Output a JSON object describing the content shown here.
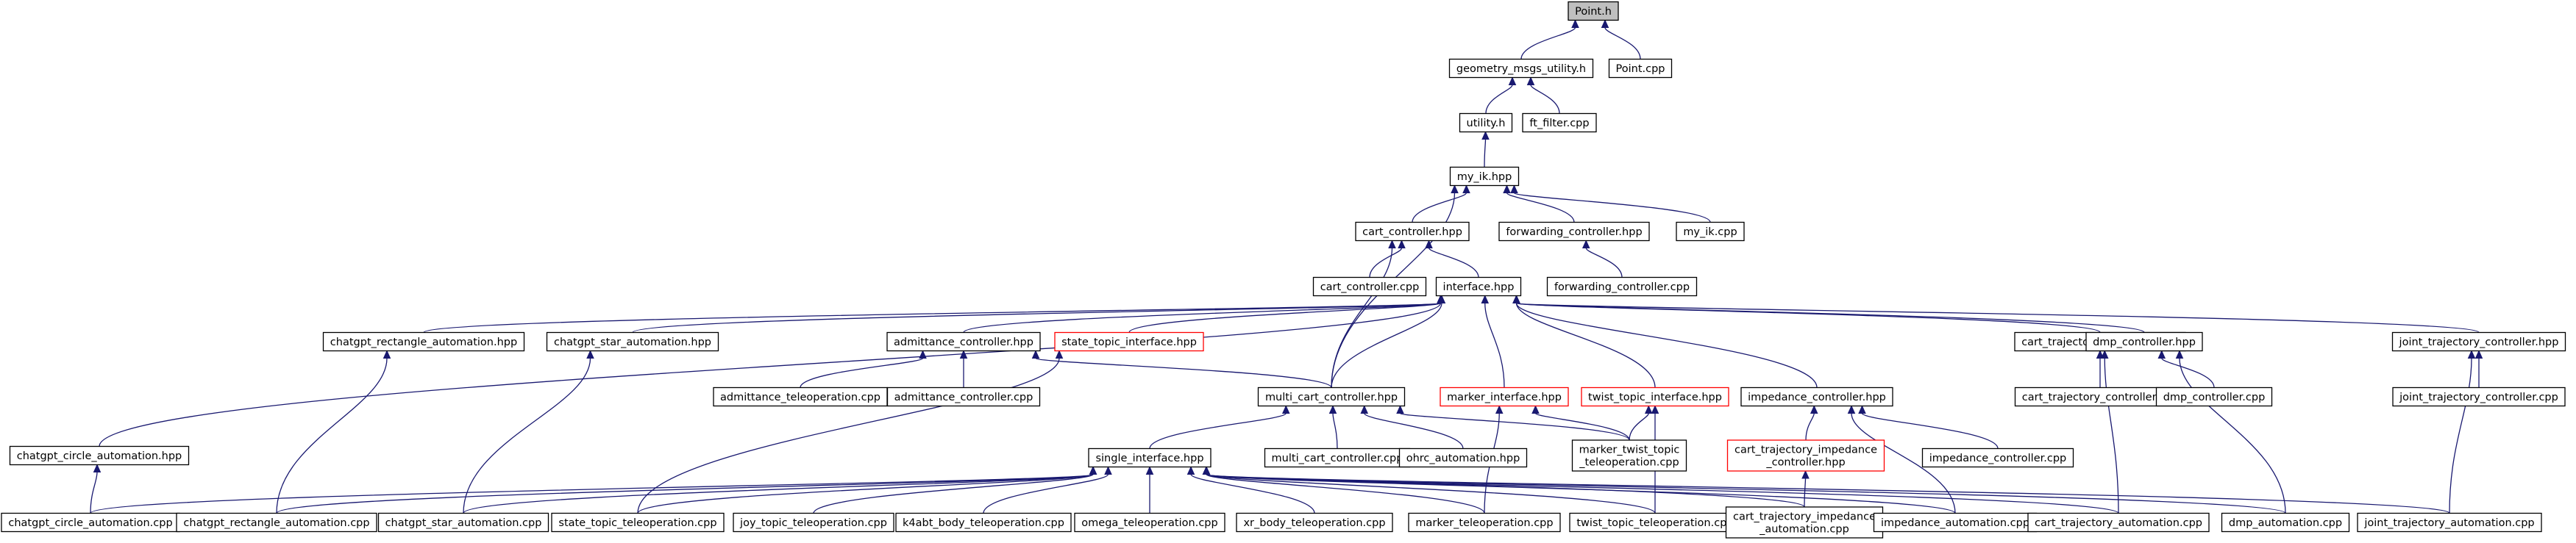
{
  "nodes": [
    {
      "id": "point_h",
      "lines": [
        "Point.h"
      ],
      "root": true
    },
    {
      "id": "geometry_msgs_utility_h",
      "lines": [
        "geometry_msgs_utility.h"
      ]
    },
    {
      "id": "point_cpp",
      "lines": [
        "Point.cpp"
      ]
    },
    {
      "id": "utility_h",
      "lines": [
        "utility.h"
      ]
    },
    {
      "id": "ft_filter_cpp",
      "lines": [
        "ft_filter.cpp"
      ]
    },
    {
      "id": "my_ik_hpp",
      "lines": [
        "my_ik.hpp"
      ]
    },
    {
      "id": "cart_controller_hpp",
      "lines": [
        "cart_controller.hpp"
      ]
    },
    {
      "id": "forwarding_controller_hpp",
      "lines": [
        "forwarding_controller.hpp"
      ]
    },
    {
      "id": "my_ik_cpp",
      "lines": [
        "my_ik.cpp"
      ]
    },
    {
      "id": "cart_controller_cpp",
      "lines": [
        "cart_controller.cpp"
      ]
    },
    {
      "id": "interface_hpp",
      "lines": [
        "interface.hpp"
      ]
    },
    {
      "id": "forwarding_controller_cpp",
      "lines": [
        "forwarding_controller.cpp"
      ]
    },
    {
      "id": "chatgpt_rectangle_automation_hpp",
      "lines": [
        "chatgpt_rectangle_automation.hpp"
      ]
    },
    {
      "id": "chatgpt_star_automation_hpp",
      "lines": [
        "chatgpt_star_automation.hpp"
      ]
    },
    {
      "id": "admittance_controller_hpp",
      "lines": [
        "admittance_controller.hpp"
      ]
    },
    {
      "id": "state_topic_interface_hpp",
      "lines": [
        "state_topic_interface.hpp"
      ],
      "red": true
    },
    {
      "id": "cart_trajectory_controller_hpp",
      "lines": [
        "cart_trajectory_controller.hpp"
      ]
    },
    {
      "id": "dmp_controller_hpp",
      "lines": [
        "dmp_controller.hpp"
      ]
    },
    {
      "id": "joint_trajectory_controller_hpp",
      "lines": [
        "joint_trajectory_controller.hpp"
      ]
    },
    {
      "id": "admittance_teleoperation_cpp",
      "lines": [
        "admittance_teleoperation.cpp"
      ]
    },
    {
      "id": "admittance_controller_cpp",
      "lines": [
        "admittance_controller.cpp"
      ]
    },
    {
      "id": "multi_cart_controller_hpp",
      "lines": [
        "multi_cart_controller.hpp"
      ]
    },
    {
      "id": "marker_interface_hpp",
      "lines": [
        "marker_interface.hpp"
      ],
      "red": true
    },
    {
      "id": "twist_topic_interface_hpp",
      "lines": [
        "twist_topic_interface.hpp"
      ],
      "red": true
    },
    {
      "id": "impedance_controller_hpp",
      "lines": [
        "impedance_controller.hpp"
      ]
    },
    {
      "id": "cart_trajectory_controller_cpp",
      "lines": [
        "cart_trajectory_controller.cpp"
      ]
    },
    {
      "id": "dmp_controller_cpp",
      "lines": [
        "dmp_controller.cpp"
      ]
    },
    {
      "id": "joint_trajectory_controller_cpp",
      "lines": [
        "joint_trajectory_controller.cpp"
      ]
    },
    {
      "id": "chatgpt_circle_automation_hpp",
      "lines": [
        "chatgpt_circle_automation.hpp"
      ]
    },
    {
      "id": "cart_trajectory_impedance_controller_hpp",
      "lines": [
        "cart_trajectory_impedance",
        "_controller.hpp"
      ],
      "red": true
    },
    {
      "id": "single_interface_hpp",
      "lines": [
        "single_interface.hpp"
      ]
    },
    {
      "id": "multi_cart_controller_cpp",
      "lines": [
        "multi_cart_controller.cpp"
      ]
    },
    {
      "id": "ohrc_automation_hpp",
      "lines": [
        "ohrc_automation.hpp"
      ]
    },
    {
      "id": "marker_twist_topic_teleoperation_cpp",
      "lines": [
        "marker_twist_topic",
        "_teleoperation.cpp"
      ]
    },
    {
      "id": "impedance_controller_cpp",
      "lines": [
        "impedance_controller.cpp"
      ]
    },
    {
      "id": "chatgpt_circle_automation_cpp",
      "lines": [
        "chatgpt_circle_automation.cpp"
      ]
    },
    {
      "id": "chatgpt_rectangle_automation_cpp",
      "lines": [
        "chatgpt_rectangle_automation.cpp"
      ]
    },
    {
      "id": "chatgpt_star_automation_cpp",
      "lines": [
        "chatgpt_star_automation.cpp"
      ]
    },
    {
      "id": "state_topic_teleoperation_cpp",
      "lines": [
        "state_topic_teleoperation.cpp"
      ]
    },
    {
      "id": "joy_topic_teleoperation_cpp",
      "lines": [
        "joy_topic_teleoperation.cpp"
      ]
    },
    {
      "id": "k4abt_body_teleoperation_cpp",
      "lines": [
        "k4abt_body_teleoperation.cpp"
      ]
    },
    {
      "id": "omega_teleoperation_cpp",
      "lines": [
        "omega_teleoperation.cpp"
      ]
    },
    {
      "id": "xr_body_teleoperation_cpp",
      "lines": [
        "xr_body_teleoperation.cpp"
      ]
    },
    {
      "id": "marker_teleoperation_cpp",
      "lines": [
        "marker_teleoperation.cpp"
      ]
    },
    {
      "id": "twist_topic_teleoperation_cpp",
      "lines": [
        "twist_topic_teleoperation.cpp"
      ]
    },
    {
      "id": "cart_trajectory_impedance_automation_cpp",
      "lines": [
        "cart_trajectory_impedance",
        "_automation.cpp"
      ]
    },
    {
      "id": "impedance_automation_cpp",
      "lines": [
        "impedance_automation.cpp"
      ]
    },
    {
      "id": "cart_trajectory_automation_cpp",
      "lines": [
        "cart_trajectory_automation.cpp"
      ]
    },
    {
      "id": "dmp_automation_cpp",
      "lines": [
        "dmp_automation.cpp"
      ]
    },
    {
      "id": "joint_trajectory_automation_cpp",
      "lines": [
        "joint_trajectory_automation.cpp"
      ]
    }
  ],
  "edges": [
    [
      "point_h",
      "geometry_msgs_utility_h"
    ],
    [
      "point_h",
      "point_cpp"
    ],
    [
      "geometry_msgs_utility_h",
      "utility_h"
    ],
    [
      "geometry_msgs_utility_h",
      "ft_filter_cpp"
    ],
    [
      "utility_h",
      "my_ik_hpp"
    ],
    [
      "my_ik_hpp",
      "cart_controller_hpp"
    ],
    [
      "my_ik_hpp",
      "forwarding_controller_hpp"
    ],
    [
      "my_ik_hpp",
      "my_ik_cpp"
    ],
    [
      "my_ik_hpp",
      "multi_cart_controller_hpp"
    ],
    [
      "cart_controller_hpp",
      "cart_controller_cpp"
    ],
    [
      "cart_controller_hpp",
      "interface_hpp"
    ],
    [
      "cart_controller_hpp",
      "multi_cart_controller_hpp"
    ],
    [
      "forwarding_controller_hpp",
      "forwarding_controller_cpp"
    ],
    [
      "interface_hpp",
      "chatgpt_circle_automation_hpp"
    ],
    [
      "interface_hpp",
      "chatgpt_rectangle_automation_hpp"
    ],
    [
      "interface_hpp",
      "chatgpt_star_automation_hpp"
    ],
    [
      "interface_hpp",
      "admittance_controller_hpp"
    ],
    [
      "interface_hpp",
      "state_topic_interface_hpp"
    ],
    [
      "interface_hpp",
      "multi_cart_controller_hpp"
    ],
    [
      "interface_hpp",
      "marker_interface_hpp"
    ],
    [
      "interface_hpp",
      "twist_topic_interface_hpp"
    ],
    [
      "interface_hpp",
      "impedance_controller_hpp"
    ],
    [
      "interface_hpp",
      "cart_trajectory_controller_hpp"
    ],
    [
      "interface_hpp",
      "dmp_controller_hpp"
    ],
    [
      "interface_hpp",
      "joint_trajectory_controller_hpp"
    ],
    [
      "chatgpt_rectangle_automation_hpp",
      "chatgpt_rectangle_automation_cpp"
    ],
    [
      "chatgpt_star_automation_hpp",
      "chatgpt_star_automation_cpp"
    ],
    [
      "admittance_controller_hpp",
      "admittance_teleoperation_cpp"
    ],
    [
      "admittance_controller_hpp",
      "admittance_controller_cpp"
    ],
    [
      "admittance_controller_hpp",
      "multi_cart_controller_hpp"
    ],
    [
      "state_topic_interface_hpp",
      "state_topic_teleoperation_cpp"
    ],
    [
      "cart_trajectory_controller_hpp",
      "cart_trajectory_controller_cpp"
    ],
    [
      "cart_trajectory_controller_hpp",
      "cart_trajectory_automation_cpp"
    ],
    [
      "dmp_controller_hpp",
      "dmp_controller_cpp"
    ],
    [
      "dmp_controller_hpp",
      "dmp_automation_cpp"
    ],
    [
      "joint_trajectory_controller_hpp",
      "joint_trajectory_controller_cpp"
    ],
    [
      "joint_trajectory_controller_hpp",
      "joint_trajectory_automation_cpp"
    ],
    [
      "multi_cart_controller_hpp",
      "single_interface_hpp"
    ],
    [
      "multi_cart_controller_hpp",
      "multi_cart_controller_cpp"
    ],
    [
      "multi_cart_controller_hpp",
      "ohrc_automation_hpp"
    ],
    [
      "multi_cart_controller_hpp",
      "marker_twist_topic_teleoperation_cpp"
    ],
    [
      "marker_interface_hpp",
      "marker_twist_topic_teleoperation_cpp"
    ],
    [
      "marker_interface_hpp",
      "marker_teleoperation_cpp"
    ],
    [
      "twist_topic_interface_hpp",
      "marker_twist_topic_teleoperation_cpp"
    ],
    [
      "twist_topic_interface_hpp",
      "twist_topic_teleoperation_cpp"
    ],
    [
      "impedance_controller_hpp",
      "cart_trajectory_impedance_controller_hpp"
    ],
    [
      "impedance_controller_hpp",
      "impedance_controller_cpp"
    ],
    [
      "impedance_controller_hpp",
      "impedance_automation_cpp"
    ],
    [
      "chatgpt_circle_automation_hpp",
      "chatgpt_circle_automation_cpp"
    ],
    [
      "cart_trajectory_impedance_controller_hpp",
      "cart_trajectory_impedance_automation_cpp"
    ],
    [
      "single_interface_hpp",
      "chatgpt_circle_automation_cpp"
    ],
    [
      "single_interface_hpp",
      "chatgpt_rectangle_automation_cpp"
    ],
    [
      "single_interface_hpp",
      "chatgpt_star_automation_cpp"
    ],
    [
      "single_interface_hpp",
      "state_topic_teleoperation_cpp"
    ],
    [
      "single_interface_hpp",
      "joy_topic_teleoperation_cpp"
    ],
    [
      "single_interface_hpp",
      "k4abt_body_teleoperation_cpp"
    ],
    [
      "single_interface_hpp",
      "omega_teleoperation_cpp"
    ],
    [
      "single_interface_hpp",
      "xr_body_teleoperation_cpp"
    ],
    [
      "single_interface_hpp",
      "marker_teleoperation_cpp"
    ],
    [
      "single_interface_hpp",
      "twist_topic_teleoperation_cpp"
    ],
    [
      "single_interface_hpp",
      "cart_trajectory_impedance_automation_cpp"
    ],
    [
      "single_interface_hpp",
      "impedance_automation_cpp"
    ],
    [
      "single_interface_hpp",
      "cart_trajectory_automation_cpp"
    ],
    [
      "single_interface_hpp",
      "dmp_automation_cpp"
    ],
    [
      "single_interface_hpp",
      "joint_trajectory_automation_cpp"
    ]
  ]
}
